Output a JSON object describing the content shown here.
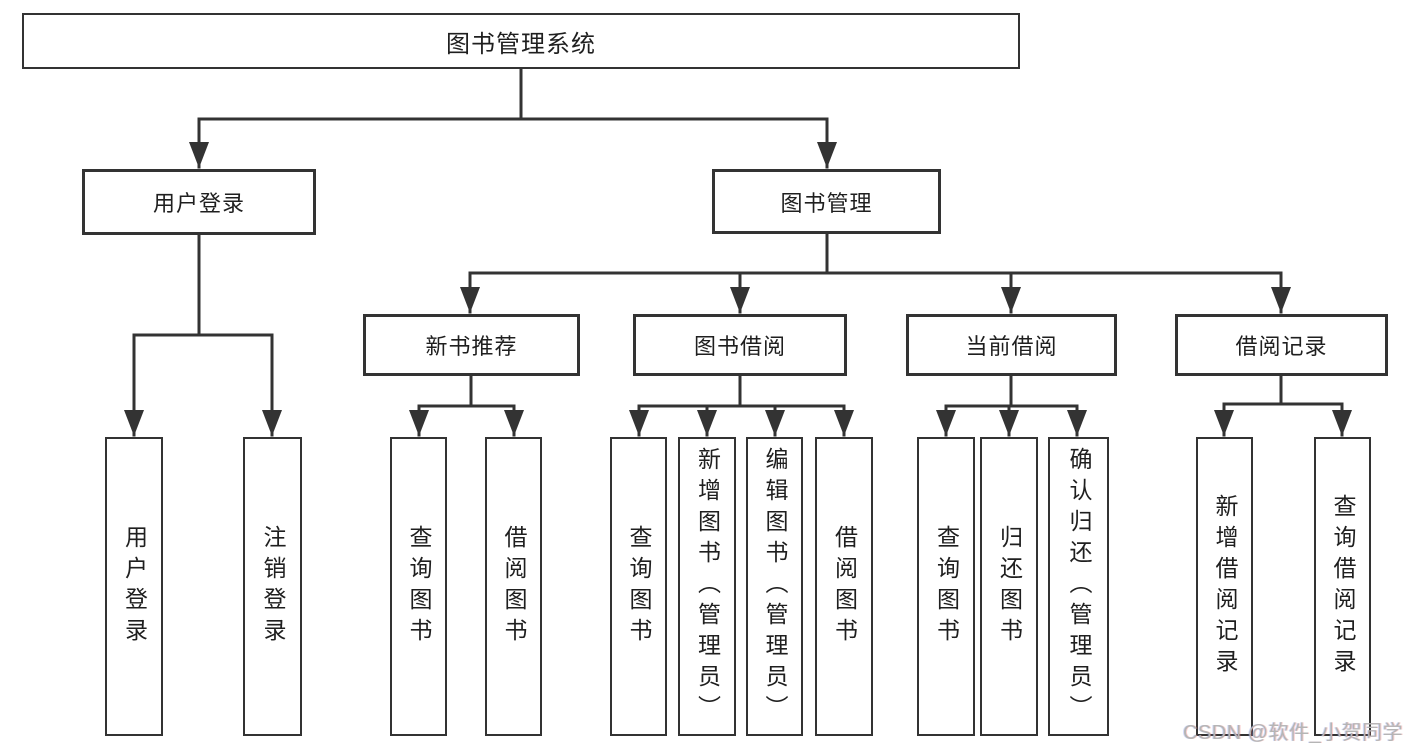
{
  "colors": {
    "line": "#333333",
    "text": "#1f1f1f",
    "background": "#ffffff",
    "watermark": "#b5b5b5"
  },
  "diagram": {
    "root": {
      "label": "图书管理系统"
    },
    "branches": [
      {
        "label": "用户登录",
        "children": [
          {
            "label": "用户登录"
          },
          {
            "label": "注销登录"
          }
        ]
      },
      {
        "label": "图书管理",
        "children": [
          {
            "label": "新书推荐",
            "children": [
              {
                "label": "查询图书"
              },
              {
                "label": "借阅图书"
              }
            ]
          },
          {
            "label": "图书借阅",
            "children": [
              {
                "label": "查询图书"
              },
              {
                "label": "新增图书（管理员）"
              },
              {
                "label": "编辑图书（管理员）"
              },
              {
                "label": "借阅图书"
              }
            ]
          },
          {
            "label": "当前借阅",
            "children": [
              {
                "label": "查询图书"
              },
              {
                "label": "归还图书"
              },
              {
                "label": "确认归还（管理员）"
              }
            ]
          },
          {
            "label": "借阅记录",
            "children": [
              {
                "label": "新增借阅记录"
              },
              {
                "label": "查询借阅记录"
              }
            ]
          }
        ]
      }
    ]
  },
  "watermark": {
    "text": "CSDN @软件_小贺同学"
  }
}
